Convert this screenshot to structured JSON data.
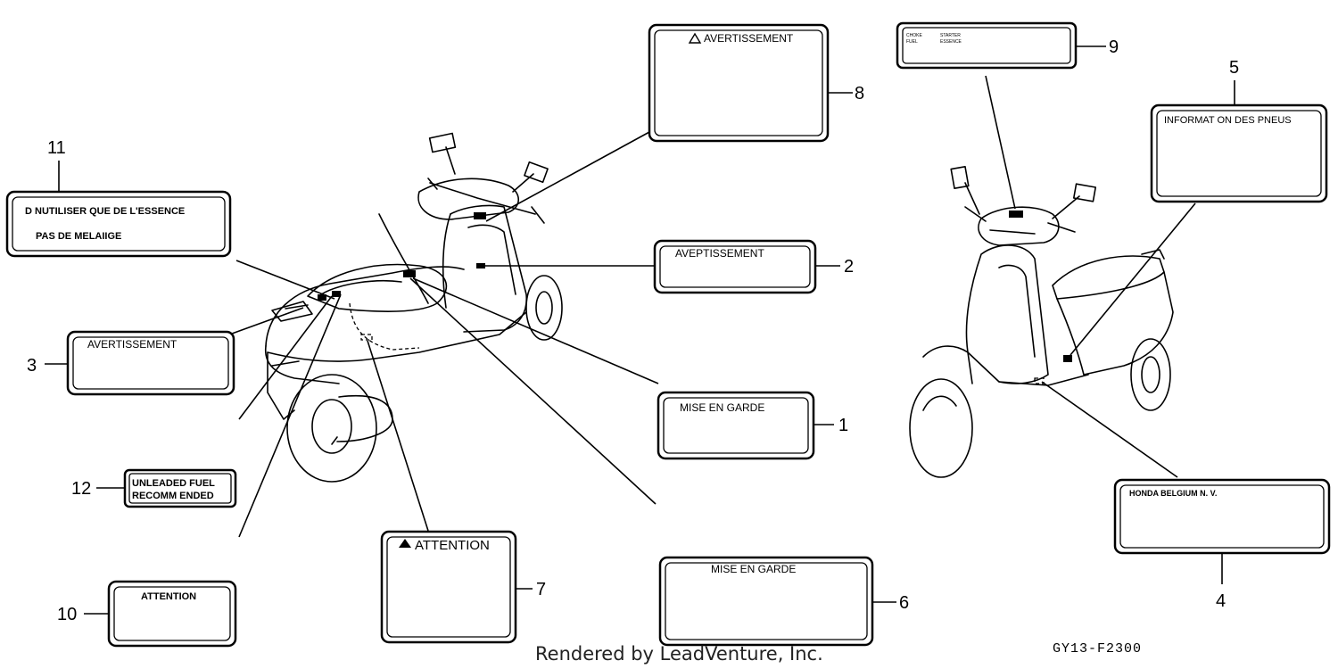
{
  "labels": {
    "l1": {
      "number": "1",
      "text": "MISE  EN  GARDE"
    },
    "l2": {
      "number": "2",
      "text": "AVEPTISSEMENT"
    },
    "l3": {
      "number": "3",
      "text": "AVERTISSEMENT"
    },
    "l4": {
      "number": "4",
      "text": "HONDA  BELGIUM  N. V."
    },
    "l5": {
      "number": "5",
      "text": "INFORMAT ON  DES  PNEUS"
    },
    "l6": {
      "number": "6",
      "text": "MISE  EN  GARDE"
    },
    "l7": {
      "number": "7",
      "text": "ATTENTION"
    },
    "l8": {
      "number": "8",
      "text": "AVERTISSEMENT"
    },
    "l9": {
      "number": "9",
      "line1_left": "CHOKE",
      "line1_right": "STARTER",
      "line2_left": "FUEL",
      "line2_right": "ESSENCE"
    },
    "l10": {
      "number": "10",
      "text": "ATTENTION"
    },
    "l11": {
      "number": "11",
      "line1": "D NUTILISER QUE DE L'ESSENCE",
      "line2": "PAS DE MELAIIGE"
    },
    "l12": {
      "number": "12",
      "line1": "UNLEADED  FUEL",
      "line2": "RECOMM ENDED"
    }
  },
  "warning_symbol": "warning-triangle-icon",
  "footer": {
    "rendered_by": "Rendered by LeadVenture, Inc.",
    "diagram_code": "GY13-F2300"
  }
}
